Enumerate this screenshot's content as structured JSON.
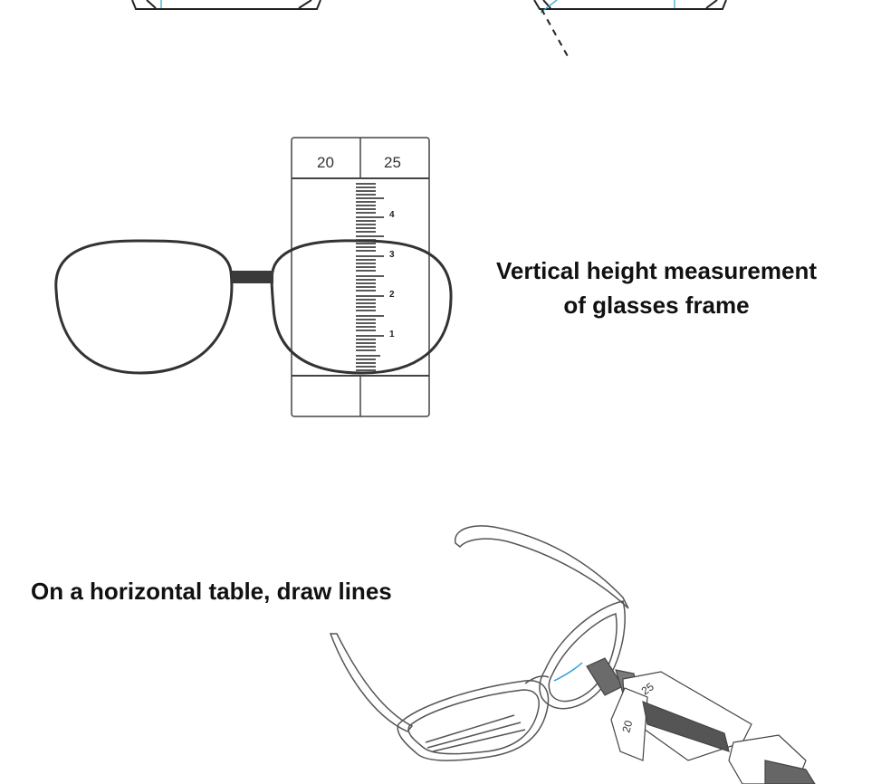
{
  "captions": {
    "vertical_line1": "Vertical height measurement",
    "vertical_line2": "of glasses frame",
    "horizontal": "On a horizontal table, draw lines"
  },
  "ruler": {
    "top_labels": [
      "20",
      "25"
    ],
    "scale_labels": [
      "4",
      "3",
      "2",
      "1"
    ]
  },
  "tool_3d": {
    "labels": [
      "25",
      "20"
    ]
  },
  "colors": {
    "line": "#2b2b2b",
    "accent_blue": "#2a9fd6",
    "tool_grey": "#6b6b6b"
  }
}
